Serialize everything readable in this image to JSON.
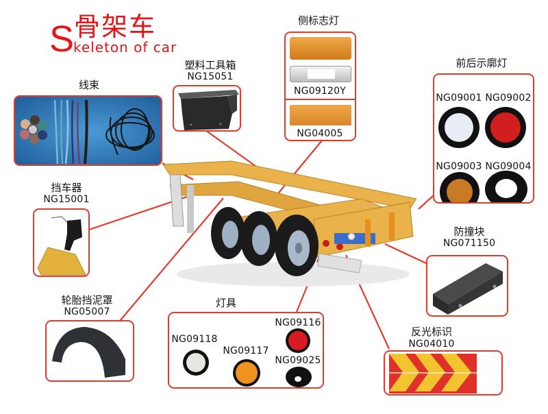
{
  "title": {
    "initial": "S",
    "chinese": "骨架车",
    "english": "keleton of car"
  },
  "colors": {
    "accent_red": "#e3171b",
    "box_border": "#e23b2b",
    "trailer_yellow": "#e9b24a",
    "amber": "#e8901e"
  },
  "parts": {
    "wiring": {
      "name": "线束",
      "code": ""
    },
    "toolbox": {
      "name": "塑料工具箱",
      "code": "NG15051"
    },
    "side_marker": {
      "name": "侧标志灯",
      "codes": [
        "NG09120Y",
        "NG04005"
      ]
    },
    "outline_lamps": {
      "name": "前后示廓灯",
      "codes": [
        "NG09001",
        "NG09002",
        "NG09003",
        "NG09004"
      ]
    },
    "wheel_chock": {
      "name": "挡车器",
      "code": "NG15001"
    },
    "anti_collision": {
      "name": "防撞块",
      "code": "NG071150"
    },
    "mudguard": {
      "name": "轮胎挡泥罩",
      "code": "NG05007"
    },
    "lamps": {
      "name": "灯具",
      "codes": [
        "NG09118",
        "NG09117",
        "NG09116",
        "NG09025"
      ]
    },
    "reflective": {
      "name": "反光标识",
      "code": "NG04010"
    }
  }
}
